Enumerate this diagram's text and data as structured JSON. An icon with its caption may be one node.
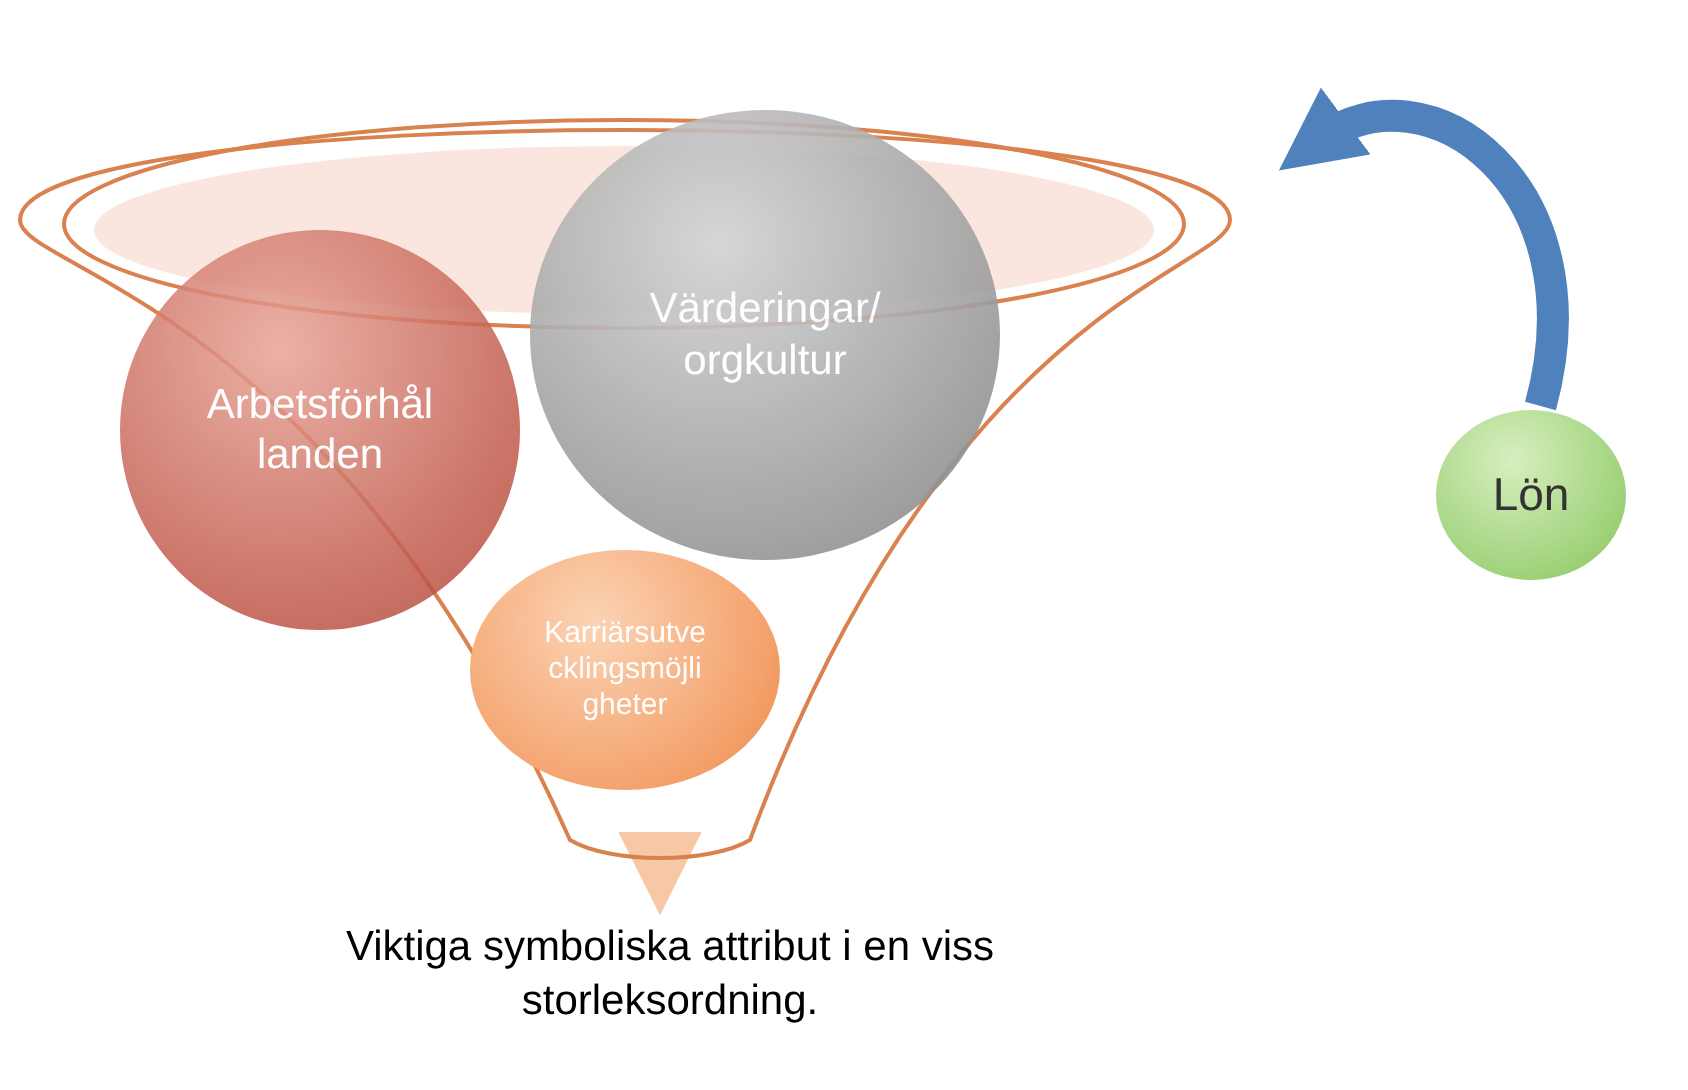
{
  "diagram": {
    "nodes": [
      {
        "text": [],
        "shape": "funnel"
      },
      {
        "text": [
          "Arbetsförhål landen"
        ],
        "in": 0
      },
      {
        "text": [
          "Värderingar/ orgkultur"
        ],
        "in": 0
      },
      {
        "text": [
          "Karriärsutve cklingsmöjli gheter"
        ],
        "in": 0
      },
      {
        "text": [
          "Lön"
        ]
      },
      {
        "text": [
          "Viktiga symboliska attribut i en viss storleksordning."
        ]
      }
    ],
    "edges": [
      {
        "from": 4,
        "to": 0,
        "arrow": "to",
        "color": "#4f81bd"
      },
      {
        "from": 0,
        "to": 5,
        "arrow": "to",
        "color": "#f7c7a6"
      }
    ]
  }
}
